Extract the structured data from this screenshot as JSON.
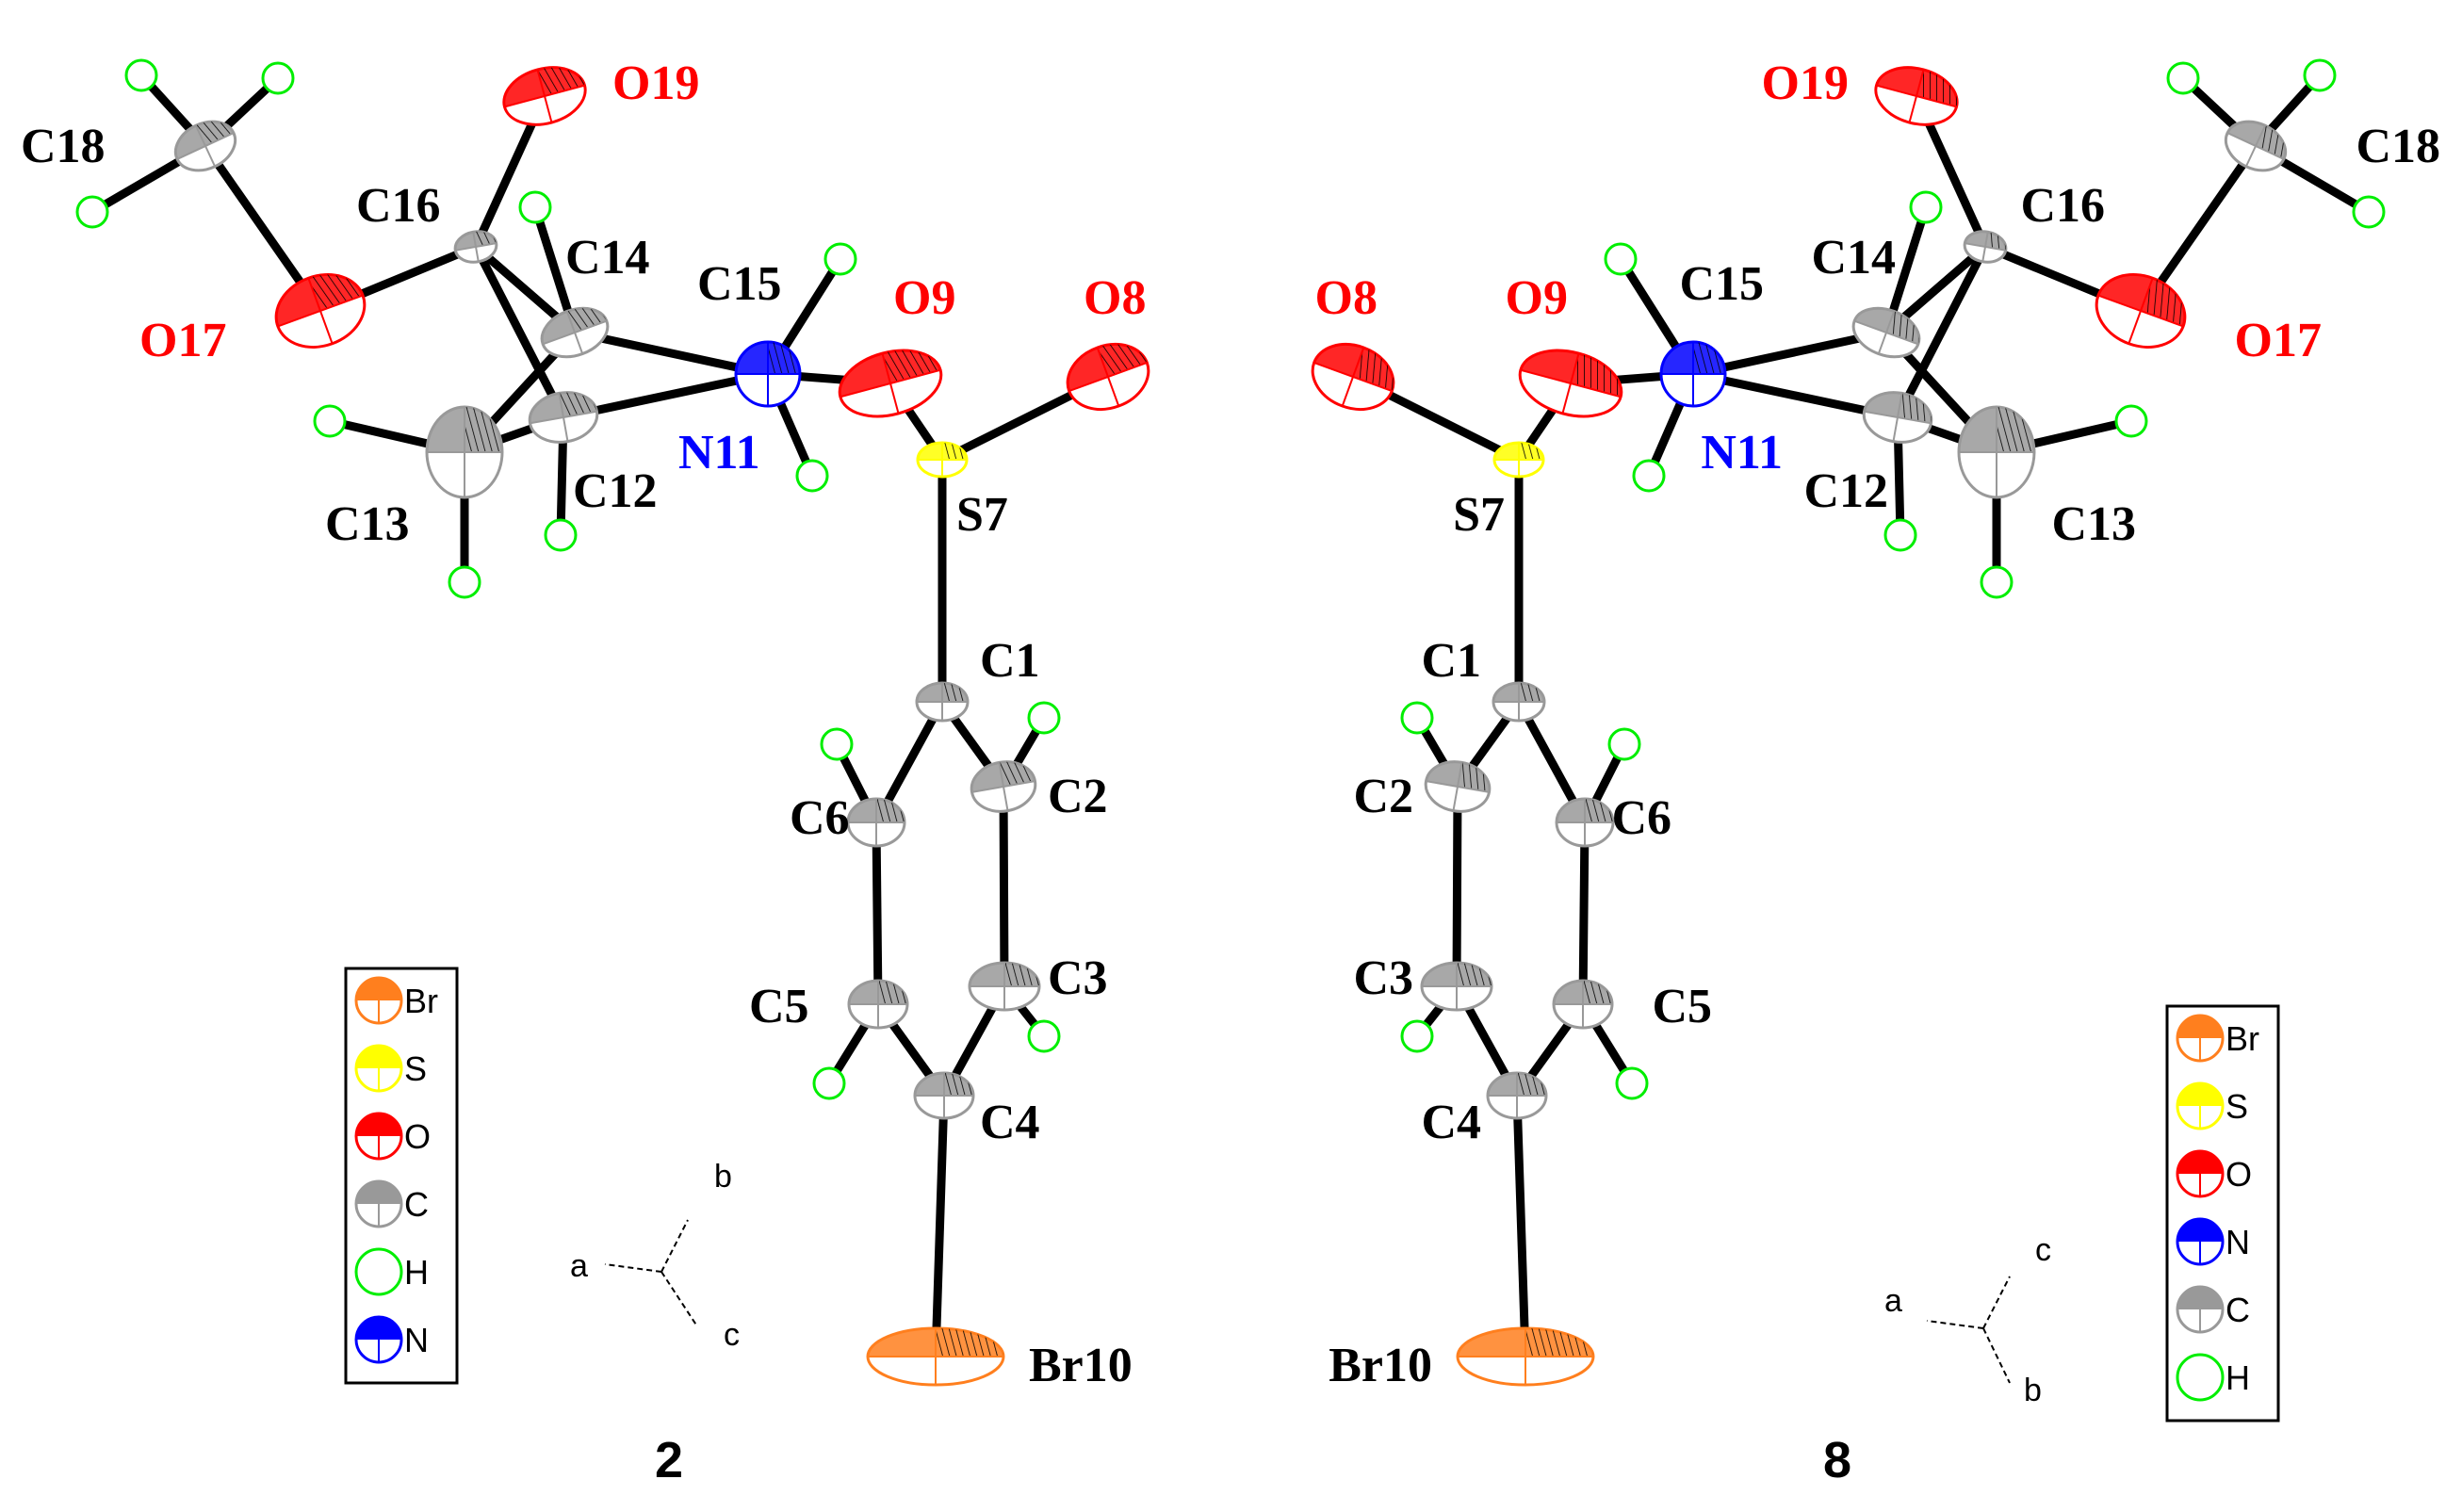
{
  "colors": {
    "Br": "#ff7f1e",
    "S": "#ffff00",
    "O": "#ff0000",
    "N": "#0000ff",
    "C": "#999999",
    "H": "#00ee00",
    "bond": "#000000"
  },
  "panels": [
    {
      "id": "left",
      "caption": "2",
      "labels": {
        "C18": "C18",
        "O19": "O19",
        "C16": "C16",
        "C14": "C14",
        "C15": "C15",
        "O9": "O9",
        "O8": "O8",
        "O17": "O17",
        "N11": "N11",
        "C13": "C13",
        "C12": "C12",
        "S7": "S7",
        "C1": "C1",
        "C6": "C6",
        "C2": "C2",
        "C5": "C5",
        "C3": "C3",
        "C4": "C4",
        "Br10": "Br10"
      },
      "legend": [
        "Br",
        "S",
        "O",
        "C",
        "H",
        "N"
      ],
      "axes": [
        "a",
        "b",
        "c"
      ]
    },
    {
      "id": "right",
      "caption": "8",
      "labels": {
        "C18": "C18",
        "O19": "O19",
        "C16": "C16",
        "C14": "C14",
        "C15": "C15",
        "O9": "O9",
        "O8": "O8",
        "O17": "O17",
        "N11": "N11",
        "C13": "C13",
        "C12": "C12",
        "S7": "S7",
        "C1": "C1",
        "C6": "C6",
        "C2": "C2",
        "C5": "C5",
        "C3": "C3",
        "C4": "C4",
        "Br10": "Br10"
      },
      "legend": [
        "Br",
        "S",
        "O",
        "N",
        "C",
        "H"
      ],
      "axes": [
        "a",
        "c",
        "b"
      ]
    }
  ]
}
